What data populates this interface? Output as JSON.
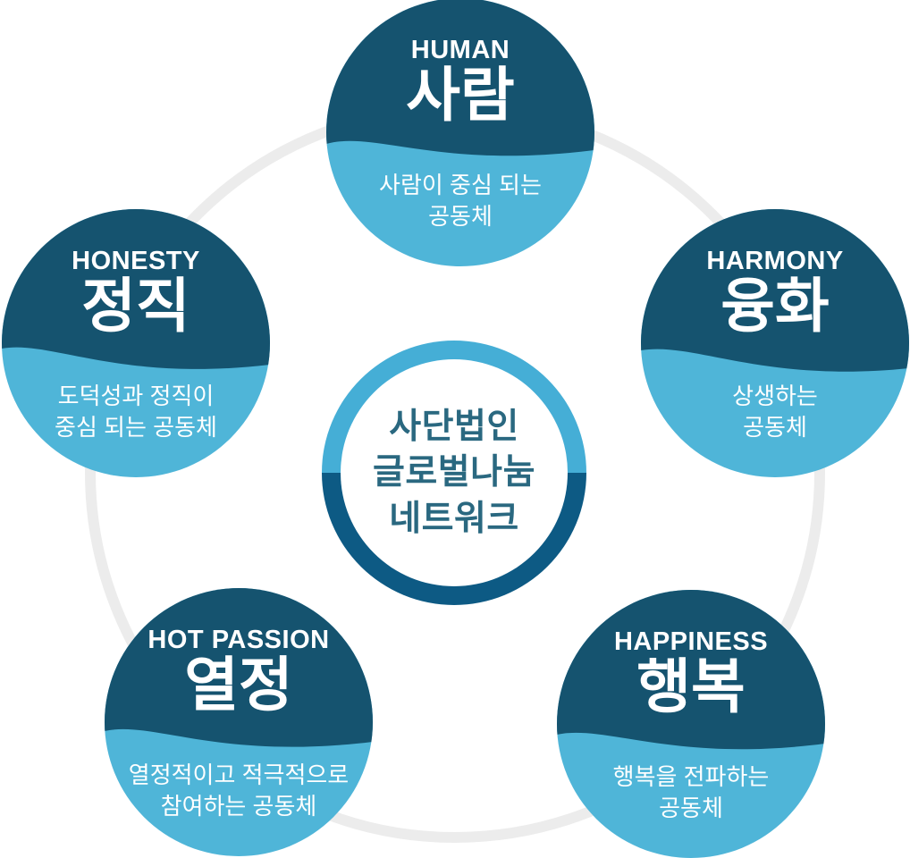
{
  "colors": {
    "satellite_dark": "#15536F",
    "satellite_light": "#4FB5D8",
    "ring_light": "#45AED6",
    "ring_dark": "#0D5A84",
    "center_text": "#2A6880",
    "big_circle_rim": "#ECECEC",
    "background": "#FFFFFF"
  },
  "center": {
    "lines": [
      "사단법인",
      "글로벌나눔",
      "네트워크"
    ]
  },
  "values": [
    {
      "id": "human",
      "label": "HUMAN",
      "title": "사람",
      "description": "사람이 중심 되는\n공동체"
    },
    {
      "id": "honesty",
      "label": "HONESTY",
      "title": "정직",
      "description": "도덕성과 정직이\n중심 되는 공동체"
    },
    {
      "id": "harmony",
      "label": "HARMONY",
      "title": "융화",
      "description": "상생하는\n공동체"
    },
    {
      "id": "hot-passion",
      "label": "HOT PASSION",
      "title": "열정",
      "description": "열정적이고 적극적으로\n참여하는 공동체"
    },
    {
      "id": "happiness",
      "label": "HAPPINESS",
      "title": "행복",
      "description": "행복을 전파하는\n공동체"
    }
  ]
}
